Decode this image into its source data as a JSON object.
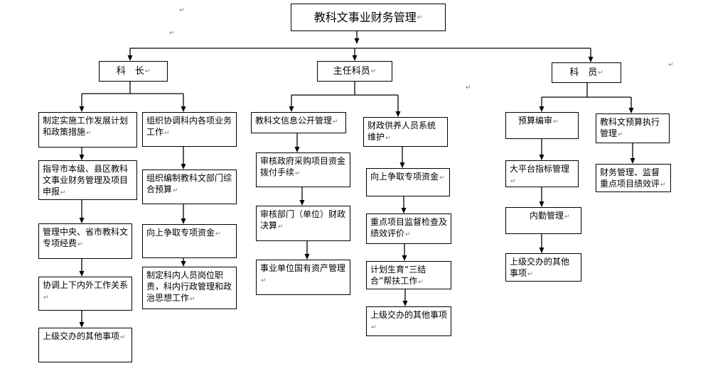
{
  "title": "教科文事业财务管理",
  "para_mark": "↵",
  "roles": {
    "kezhang": "科　长",
    "zhuren": "主任科员",
    "keyuan": "科　员"
  },
  "kezhang_col_a": [
    "制定实施工作发展计划和政策措施",
    "指导市本级、县区教科文事业财务管理及项目申报",
    "管理中央、省市教科文专项经费",
    "协调上下内外工作关系",
    "上级交办的其他事项"
  ],
  "kezhang_col_b": [
    "组织协调科内各项业务工作",
    "组织编制教科文部门综合预算",
    "向上争取专项资金",
    "制定科内人员岗位职责，科内行政管理和政治思想工作"
  ],
  "zhuren_col_a": [
    "教科文信息公开管理",
    "审核政府采购项目资金拨付手续",
    "审核部门（单位）财政决算",
    "事业单位国有资产管理"
  ],
  "zhuren_col_b": [
    "财政供养人员系统维护",
    "向上争取专项资金",
    "重点项目监督检查及绩效评价",
    "计划生育“三结合”帮扶工作",
    "上级交办的其他事项"
  ],
  "keyuan_col_a": [
    "预算编审",
    "大平台指标管理",
    "内勤管理",
    "上级交办的其他事项"
  ],
  "keyuan_col_b": [
    "教科文预算执行管理",
    "财务管理、监督重点项目绩效评"
  ]
}
